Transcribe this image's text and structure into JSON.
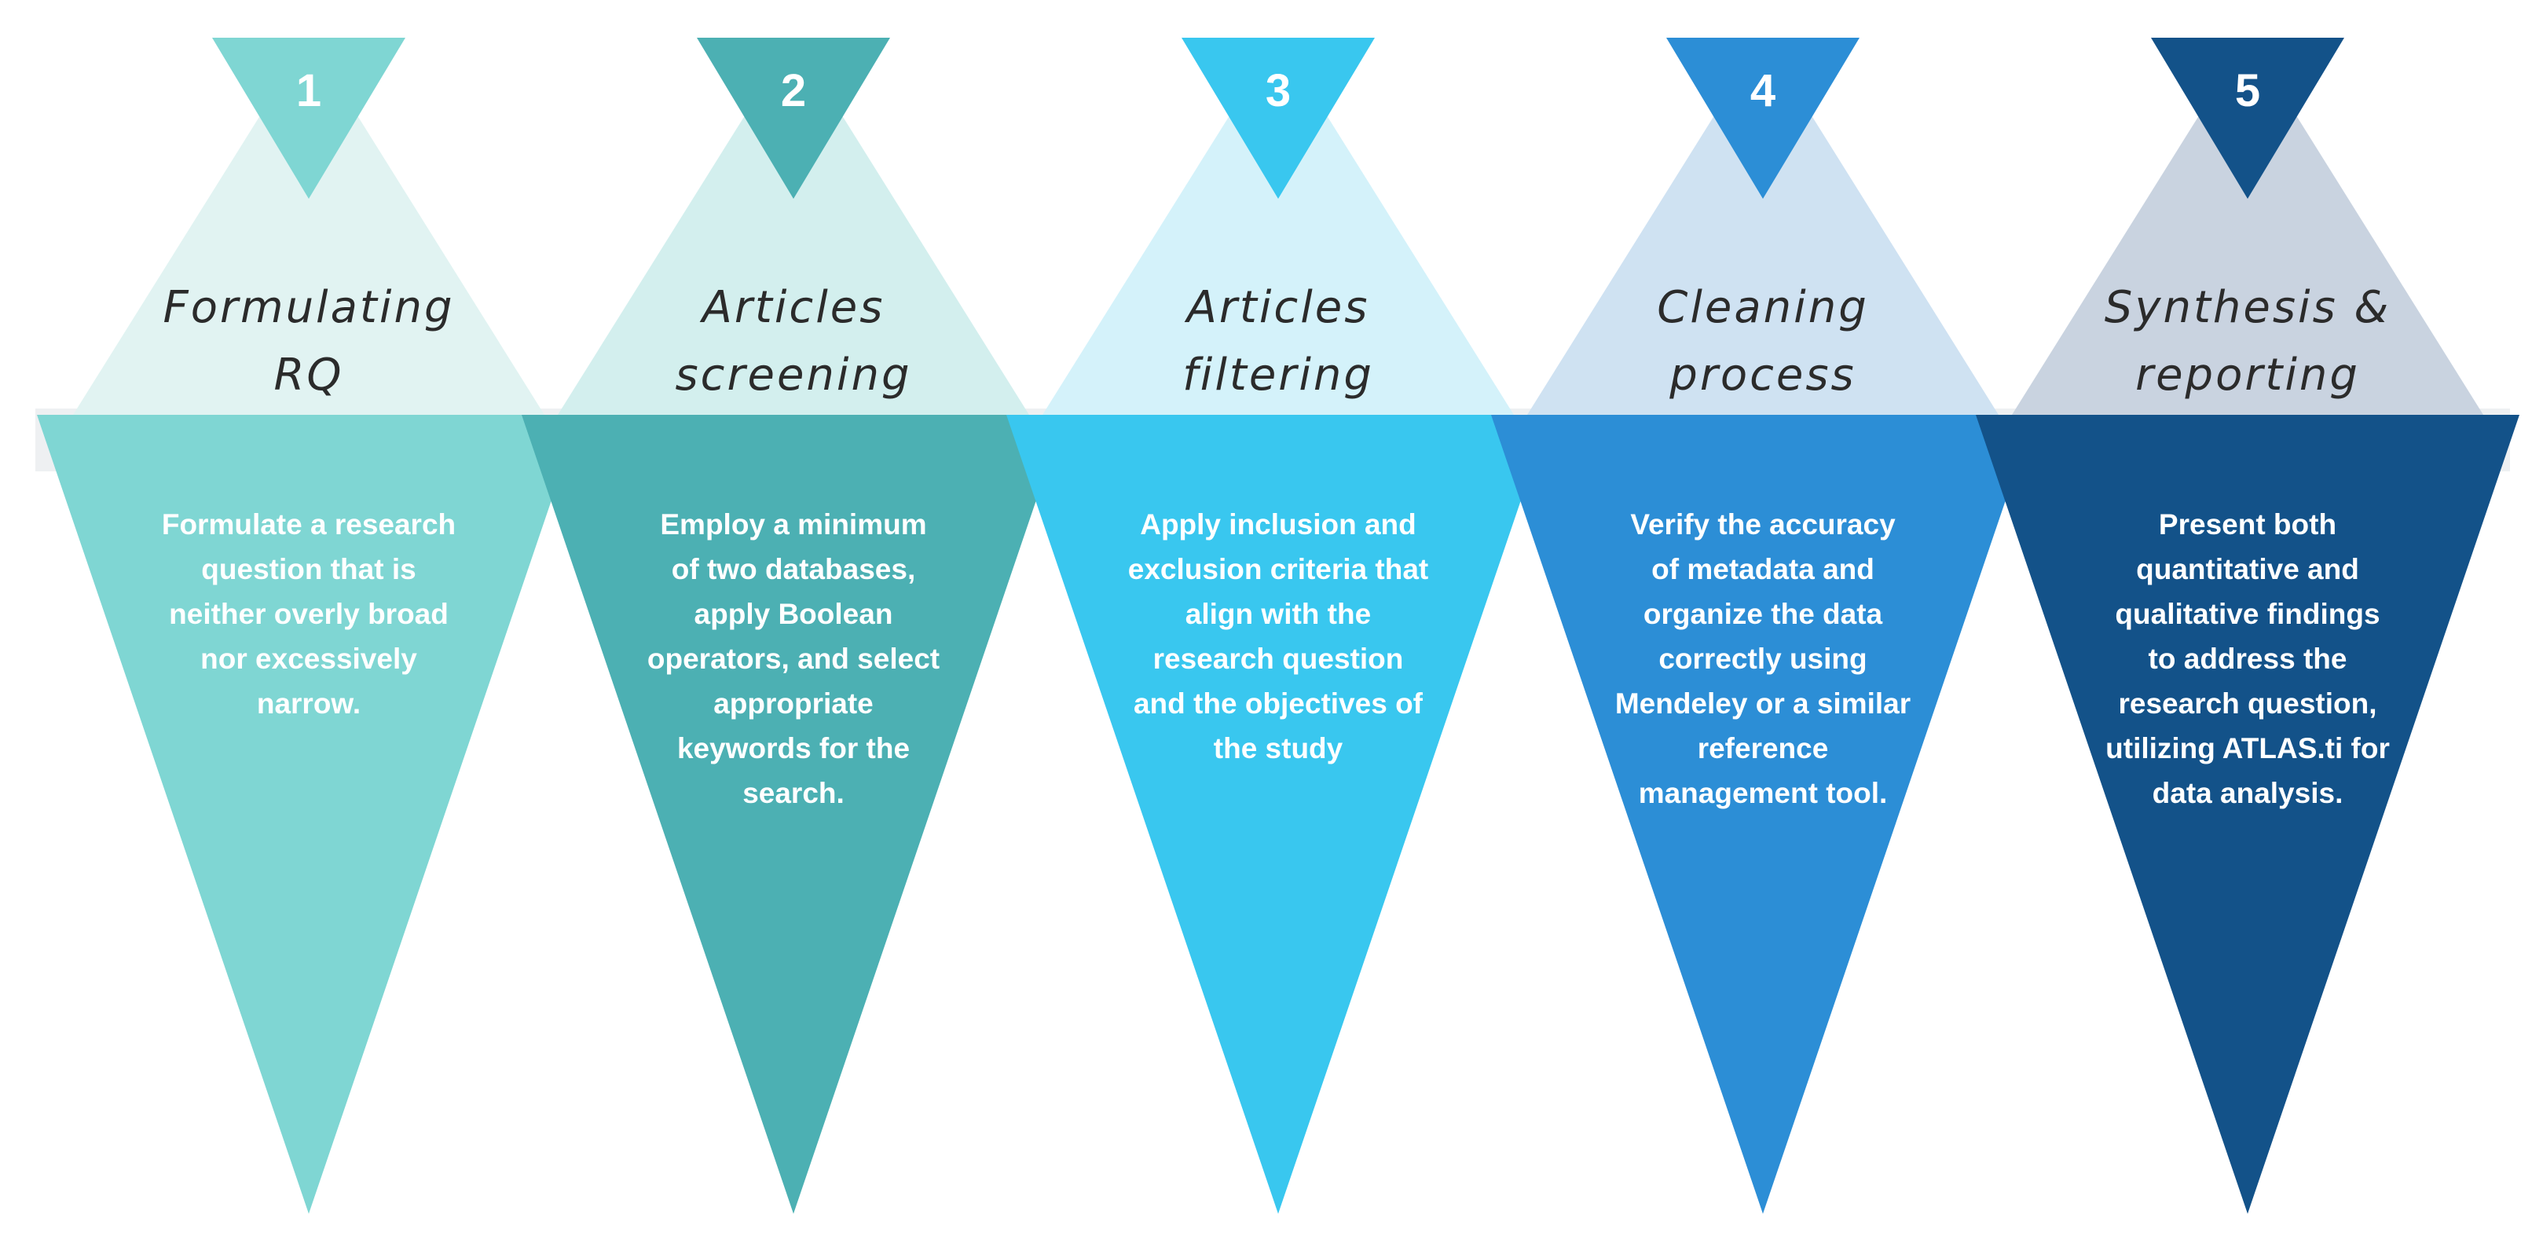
{
  "steps": [
    {
      "number": "1",
      "title_lines": [
        "Formulating",
        "RQ"
      ],
      "description_lines": [
        "Formulate a research",
        "question that is",
        "neither overly broad",
        "nor excessively",
        "narrow."
      ],
      "colors": {
        "light": "#e1f3f2",
        "number": "#7fd6d3",
        "bottom": "#7fd6d3"
      }
    },
    {
      "number": "2",
      "title_lines": [
        "Articles",
        "screening"
      ],
      "description_lines": [
        "Employ a minimum",
        "of two databases,",
        "apply Boolean",
        "operators, and select",
        "appropriate",
        "keywords for the",
        "search."
      ],
      "colors": {
        "light": "#d3efee",
        "number": "#4cb0b3",
        "bottom": "#4cb0b3"
      }
    },
    {
      "number": "3",
      "title_lines": [
        "Articles",
        "filtering"
      ],
      "description_lines": [
        "Apply inclusion and",
        "exclusion criteria that",
        "align with the",
        "research question",
        "and the objectives of",
        "the study"
      ],
      "colors": {
        "light": "#d4f2fa",
        "number": "#39c7ef",
        "bottom": "#39c7ef"
      }
    },
    {
      "number": "4",
      "title_lines": [
        "Cleaning",
        "process"
      ],
      "description_lines": [
        "Verify the accuracy",
        "of metadata and",
        "organize the data",
        "correctly using",
        "Mendeley or a similar",
        "reference",
        "management tool."
      ],
      "colors": {
        "light": "#cfe2f2",
        "number": "#2c8ed6",
        "bottom": "#2c8ed6"
      }
    },
    {
      "number": "5",
      "title_lines": [
        "Synthesis &",
        "reporting"
      ],
      "description_lines": [
        "Present both",
        "quantitative and",
        "qualitative findings",
        "to address the",
        "research question,",
        "utilizing ATLAS.ti for",
        "data analysis."
      ],
      "colors": {
        "light": "#c9d3e0",
        "number": "#135289",
        "bottom": "#135289"
      }
    }
  ]
}
